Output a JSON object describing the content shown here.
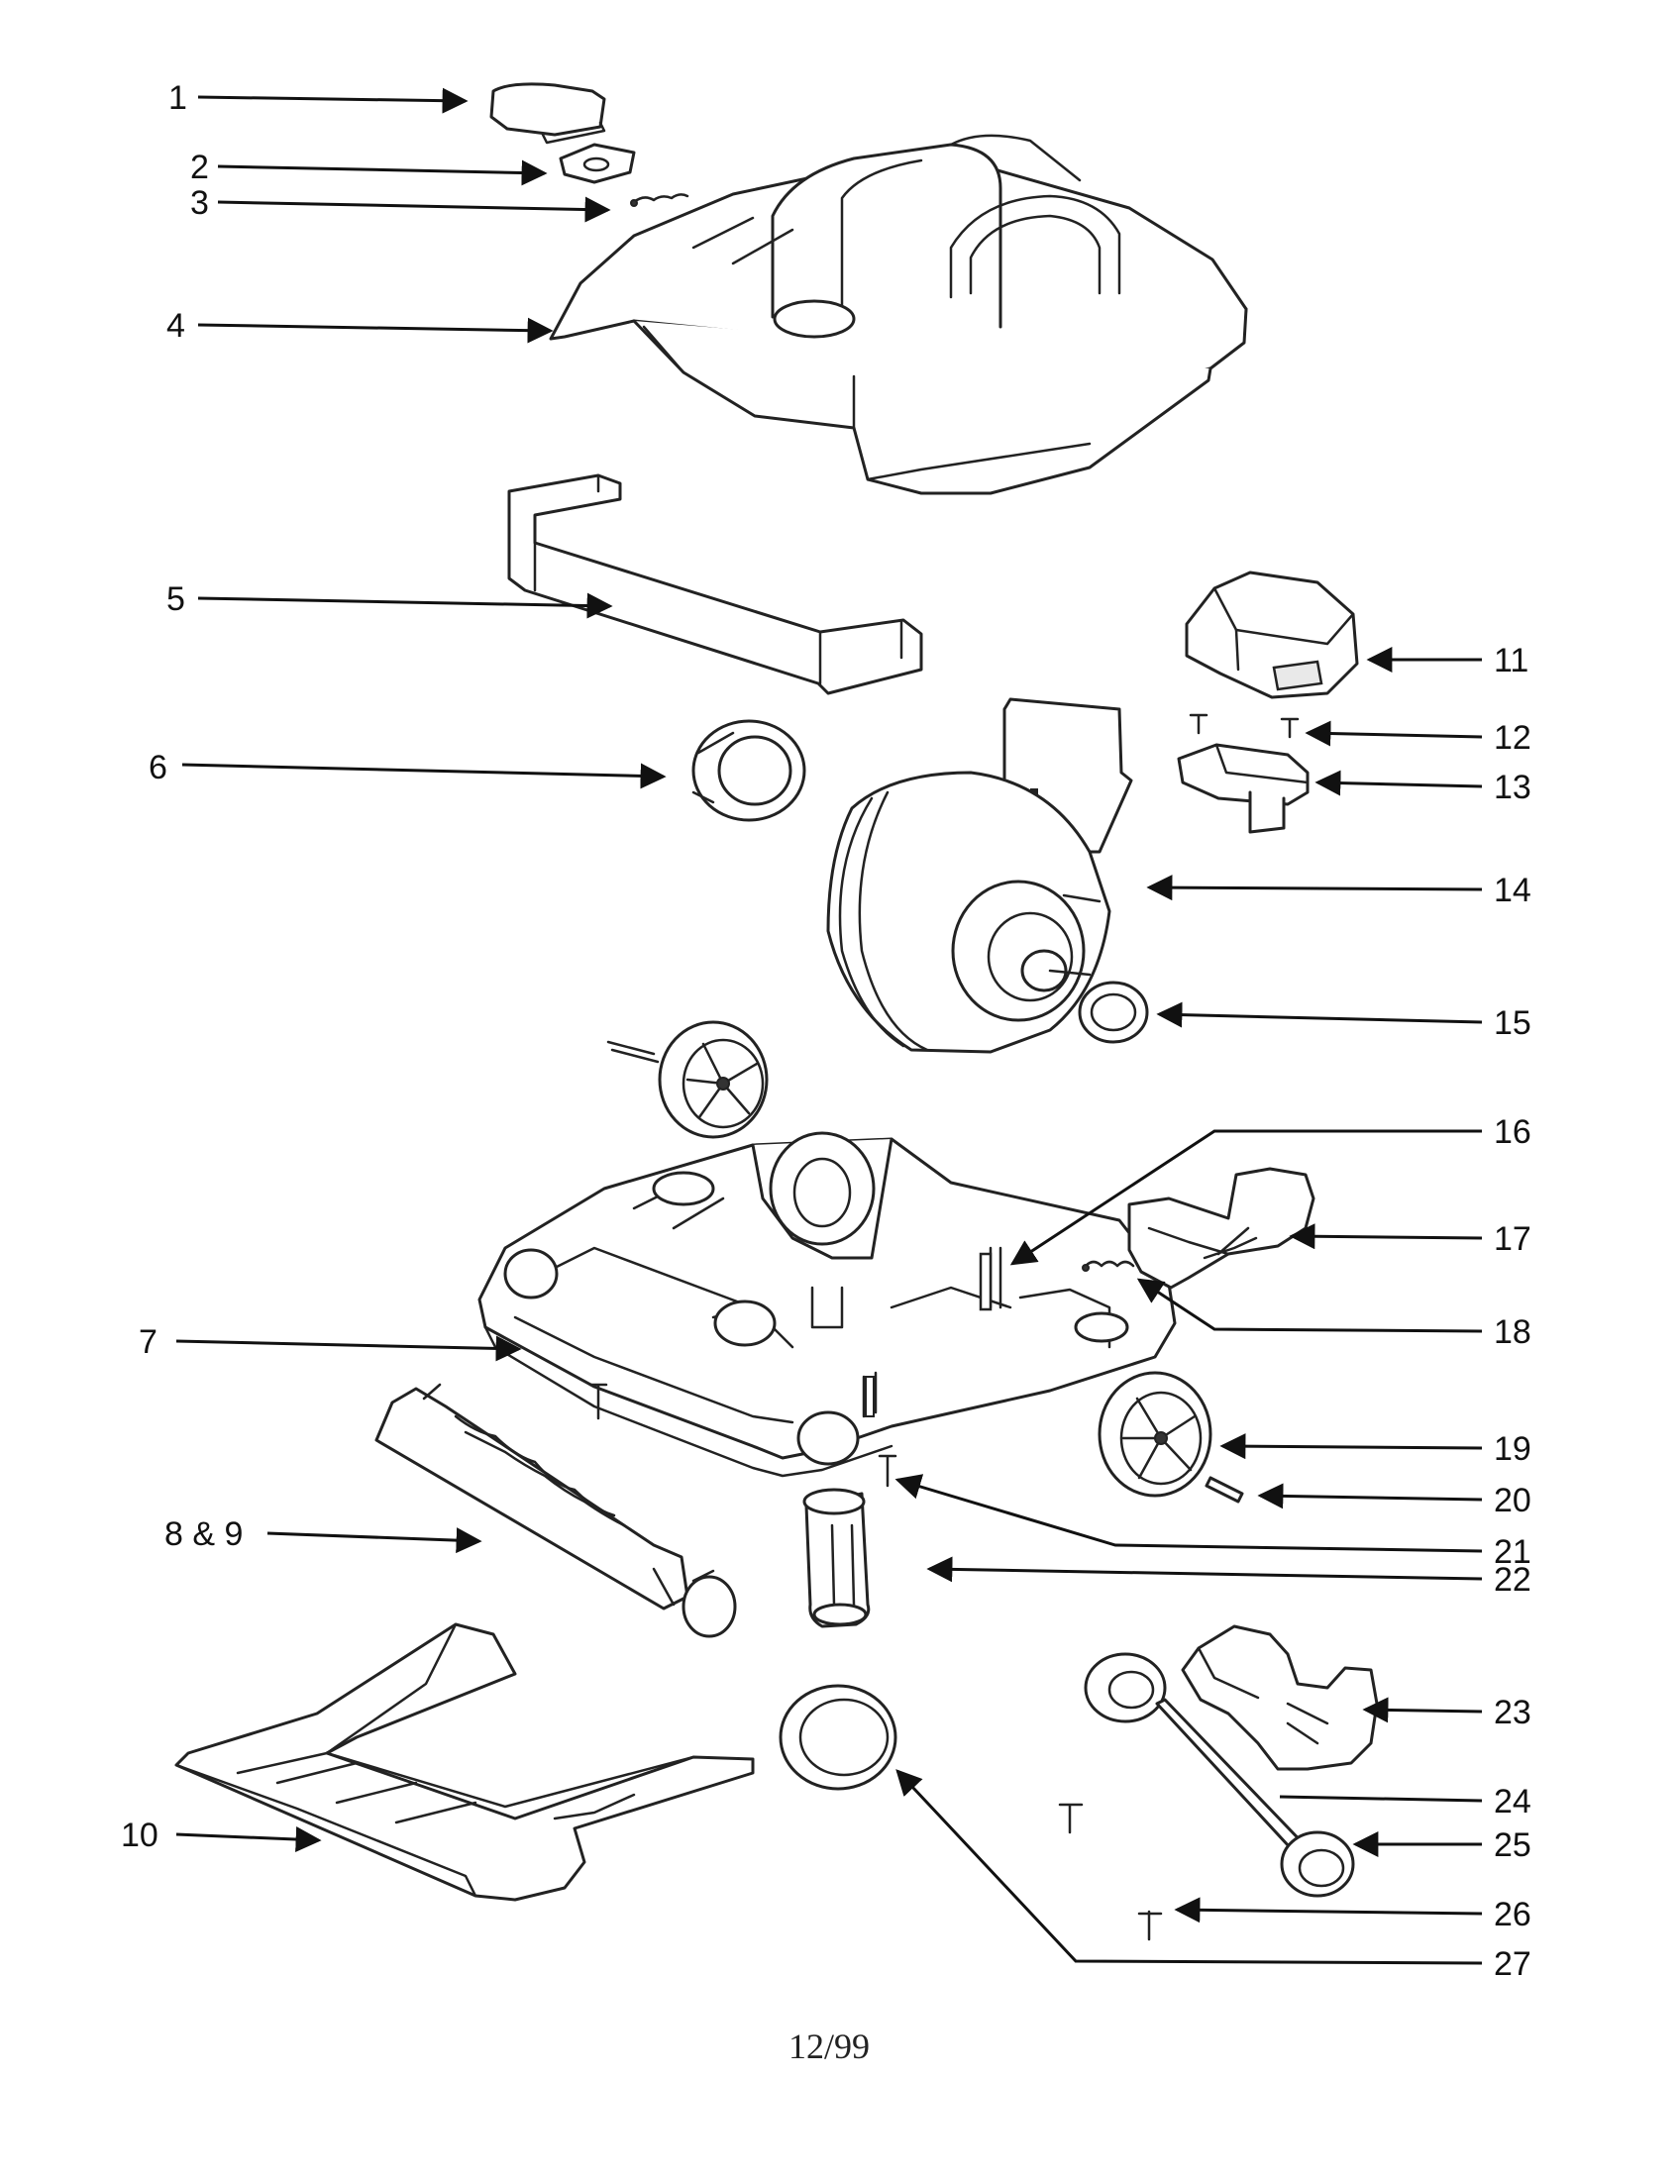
{
  "diagram": {
    "footer": "12/99",
    "callouts": [
      {
        "id": "1",
        "text": "1"
      },
      {
        "id": "2",
        "text": "2"
      },
      {
        "id": "3",
        "text": "3"
      },
      {
        "id": "4",
        "text": "4"
      },
      {
        "id": "5",
        "text": "5"
      },
      {
        "id": "6",
        "text": "6"
      },
      {
        "id": "7",
        "text": "7"
      },
      {
        "id": "8-9",
        "text": "8 & 9"
      },
      {
        "id": "10",
        "text": "10"
      },
      {
        "id": "11",
        "text": "11"
      },
      {
        "id": "12",
        "text": "12"
      },
      {
        "id": "13",
        "text": "13"
      },
      {
        "id": "14",
        "text": "14"
      },
      {
        "id": "15",
        "text": "15"
      },
      {
        "id": "16",
        "text": "16"
      },
      {
        "id": "17",
        "text": "17"
      },
      {
        "id": "18",
        "text": "18"
      },
      {
        "id": "19",
        "text": "19"
      },
      {
        "id": "20",
        "text": "20"
      },
      {
        "id": "21",
        "text": "21"
      },
      {
        "id": "22",
        "text": "22"
      },
      {
        "id": "23",
        "text": "23"
      },
      {
        "id": "24",
        "text": "24"
      },
      {
        "id": "25",
        "text": "25"
      },
      {
        "id": "26",
        "text": "26"
      },
      {
        "id": "27",
        "text": "27"
      }
    ]
  }
}
